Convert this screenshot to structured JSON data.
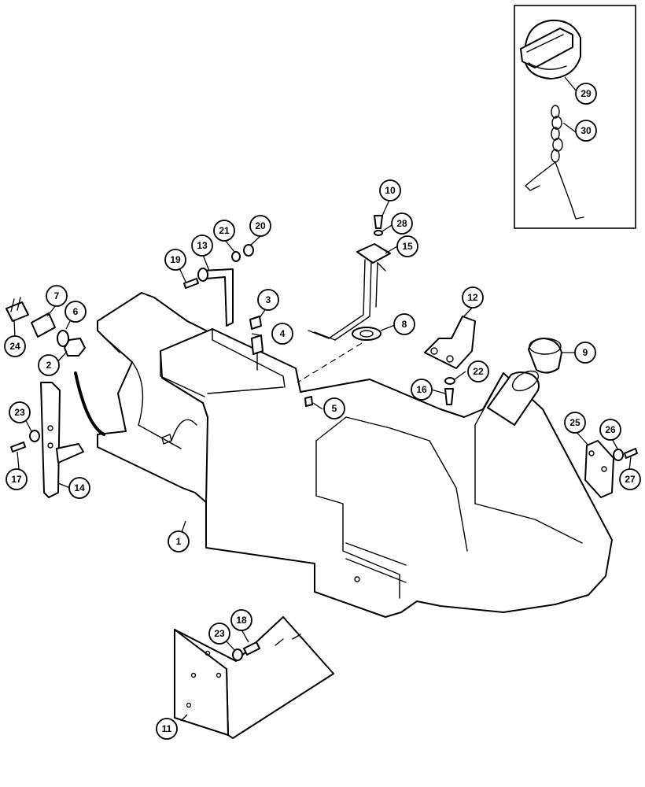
{
  "callouts": [
    {
      "label": "1"
    },
    {
      "label": "2"
    },
    {
      "label": "3"
    },
    {
      "label": "4"
    },
    {
      "label": "5"
    },
    {
      "label": "6"
    },
    {
      "label": "7"
    },
    {
      "label": "8"
    },
    {
      "label": "9"
    },
    {
      "label": "10"
    },
    {
      "label": "11"
    },
    {
      "label": "12"
    },
    {
      "label": "13"
    },
    {
      "label": "14"
    },
    {
      "label": "15"
    },
    {
      "label": "16"
    },
    {
      "label": "17"
    },
    {
      "label": "18"
    },
    {
      "label": "19"
    },
    {
      "label": "20"
    },
    {
      "label": "21"
    },
    {
      "label": "22"
    },
    {
      "label": "23"
    },
    {
      "label": "23"
    },
    {
      "label": "24"
    },
    {
      "label": "25"
    },
    {
      "label": "26"
    },
    {
      "label": "27"
    },
    {
      "label": "28"
    },
    {
      "label": "29"
    },
    {
      "label": "30"
    }
  ]
}
